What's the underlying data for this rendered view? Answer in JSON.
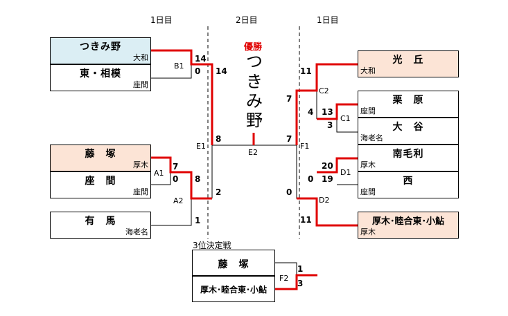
{
  "days": {
    "left": "1日目",
    "center": "2日目",
    "right": "1日目"
  },
  "champion": {
    "title": "優勝",
    "chars": [
      "つ",
      "き",
      "み",
      "野"
    ]
  },
  "third_place": {
    "title": "3位決定戦"
  },
  "teams": {
    "tsukimino": {
      "name": "つきみ野",
      "city": "大和"
    },
    "higashi_sagami": {
      "name": "東・相模",
      "city": "座間"
    },
    "fujitsuka": {
      "name": "藤　塚",
      "city": "厚木"
    },
    "zama": {
      "name": "座　間",
      "city": "座間"
    },
    "arima": {
      "name": "有　馬",
      "city": "海老名"
    },
    "hikarioka": {
      "name": "光　丘",
      "city": "大和"
    },
    "kurihara": {
      "name": "栗　原",
      "city": "座間"
    },
    "ooya": {
      "name": "大　谷",
      "city": "海老名"
    },
    "minamimori": {
      "name": "南毛利",
      "city": "厚木"
    },
    "nishi": {
      "name": "西",
      "city": "座間"
    },
    "atsugi_combined": {
      "name": "厚木･睦合東･小鮎",
      "city": "厚木"
    },
    "fujitsuka_3rd": {
      "name": "藤　塚"
    },
    "atsugi_3rd": {
      "name": "厚木･睦合東･小鮎"
    }
  },
  "matches": {
    "A1": {
      "label": "A1",
      "top": "7",
      "bottom": "0"
    },
    "A2": {
      "label": "A2",
      "top": "8",
      "bottom": "1"
    },
    "B1": {
      "label": "B1",
      "top": "14",
      "bottom": "0"
    },
    "E1": {
      "label": "E1",
      "top": "14",
      "bottom": "2"
    },
    "E2": {
      "label": "E2",
      "left": "8",
      "right": "7"
    },
    "F1": {
      "label": "F1",
      "top": "7",
      "bottom": "0"
    },
    "C1": {
      "label": "C1",
      "top": "13",
      "bottom": "3"
    },
    "C2": {
      "label": "C2",
      "top": "11",
      "bottom": "4"
    },
    "D1": {
      "label": "D1",
      "top": "20",
      "bottom": "19"
    },
    "D2": {
      "label": "D2",
      "top": "0",
      "bottom": "11"
    },
    "F2": {
      "label": "F2",
      "top": "1",
      "bottom": "3"
    }
  },
  "colors": {
    "winner_line": "#e00000",
    "line": "#000000",
    "blue": "#dbeef4",
    "peach": "#fce4d6"
  }
}
